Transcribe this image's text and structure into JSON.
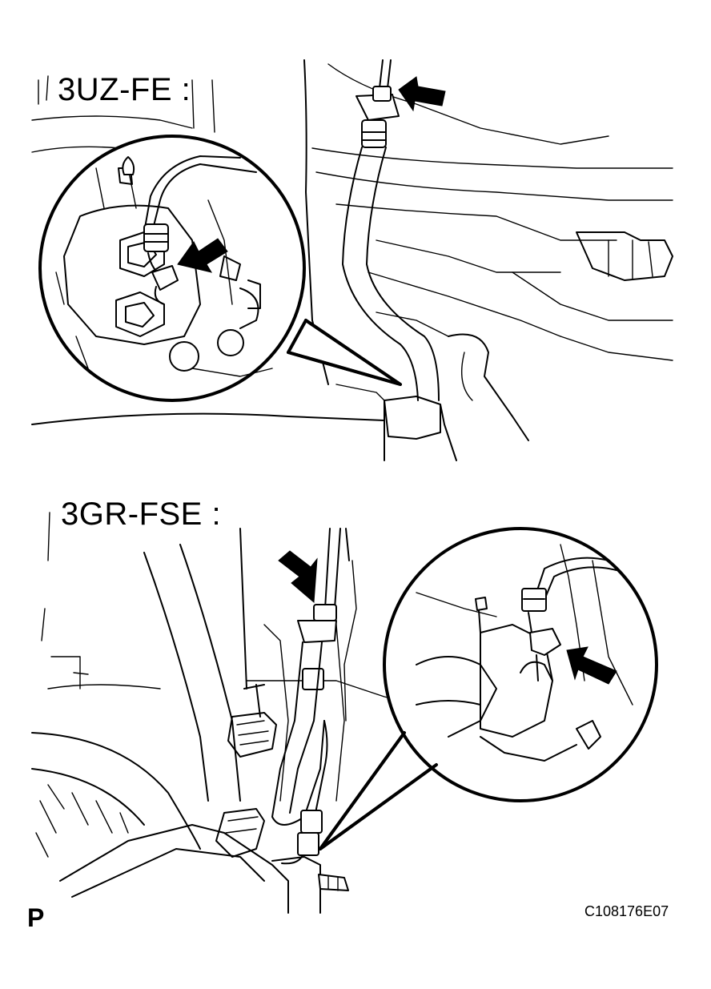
{
  "labels": {
    "top_engine": "3UZ-FE :",
    "bottom_engine": "3GR-FSE :",
    "page_marker": "P",
    "figure_code": "C108176E07"
  },
  "colors": {
    "line": "#000000",
    "background": "#ffffff"
  },
  "icons": [
    "arrow-icon",
    "magnifier-callout"
  ]
}
